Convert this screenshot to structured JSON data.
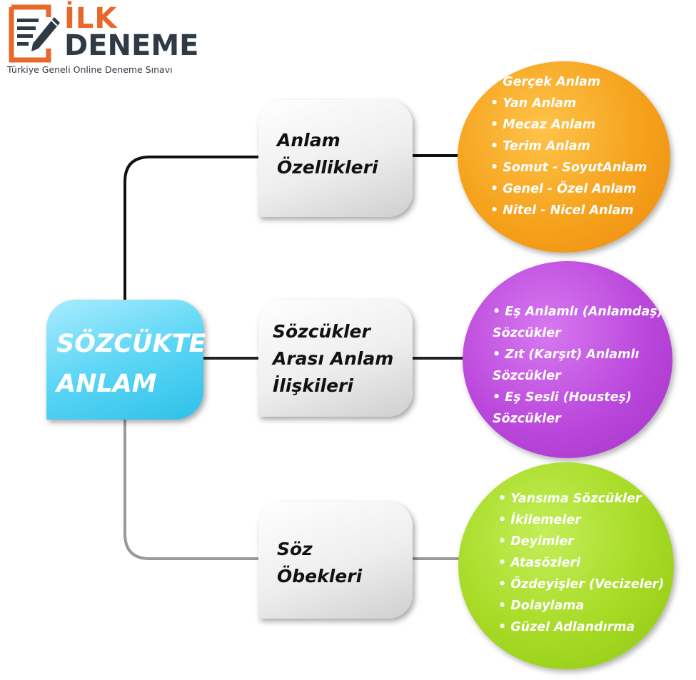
{
  "logo": {
    "brand_top": "İLK",
    "brand_bottom": "DENEME",
    "tagline": "Türkiye Geneli Online Deneme Sınavı",
    "accent_color": "#e8672a",
    "dark_color": "#2f3a44",
    "icon": "document-pen-icon"
  },
  "root": {
    "line1": "SÖZCÜKTE",
    "line2": "ANLAM",
    "color": "#4fd0f2"
  },
  "branches": [
    {
      "title_lines": [
        "Anlam",
        "Özellikleri"
      ],
      "circle_color": "#f39a16",
      "items": [
        "• Gerçek Anlam",
        "• Yan Anlam",
        "• Mecaz Anlam",
        "• Terim Anlam",
        "• Somut - SoyutAnlam",
        "• Genel - Özel Anlam",
        "• Nitel - Nicel Anlam"
      ]
    },
    {
      "title_lines": [
        "Sözcükler",
        "Arası Anlam",
        "İlişkileri"
      ],
      "circle_color": "#b43ed6",
      "items": [
        "• Eş Anlamlı (Anlamdaş)",
        "Sözcükler",
        "• Zıt (Karşıt) Anlamlı",
        "Sözcükler",
        "• Eş Sesli (Housteş)",
        "Sözcükler"
      ]
    },
    {
      "title_lines": [
        "Söz",
        "Öbekleri"
      ],
      "circle_color": "#9ed61c",
      "items": [
        "• Yansıma Sözcükler",
        "• İkilemeler",
        "• Deyimler",
        "• Atasözleri",
        "• Özdeyişler (Vecizeler)",
        "• Dolaylama",
        "• Güzel Adlandırma"
      ]
    }
  ]
}
